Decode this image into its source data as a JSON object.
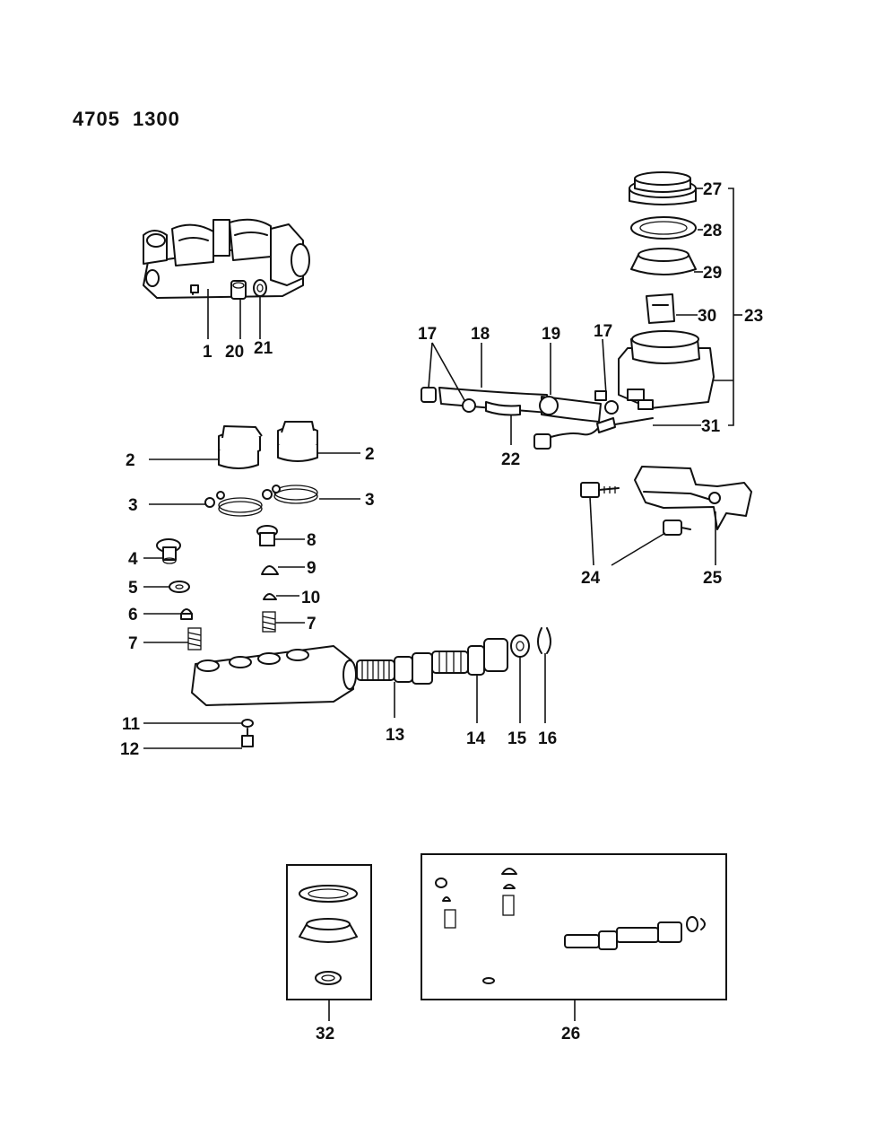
{
  "header": {
    "code_a": "4705",
    "code_b": "1300"
  },
  "callouts": {
    "c1": "1",
    "c2": "2",
    "c3": "3",
    "c4": "4",
    "c5": "5",
    "c6": "6",
    "c7": "7",
    "c8": "8",
    "c9": "9",
    "c10": "10",
    "c11": "11",
    "c12": "12",
    "c13": "13",
    "c14": "14",
    "c15": "15",
    "c16": "16",
    "c17": "17",
    "c18": "18",
    "c19": "19",
    "c20": "20",
    "c21": "21",
    "c22": "22",
    "c23": "23",
    "c24": "24",
    "c25": "25",
    "c26": "26",
    "c27": "27",
    "c28": "28",
    "c29": "29",
    "c30": "30",
    "c31": "31",
    "c32": "32"
  }
}
